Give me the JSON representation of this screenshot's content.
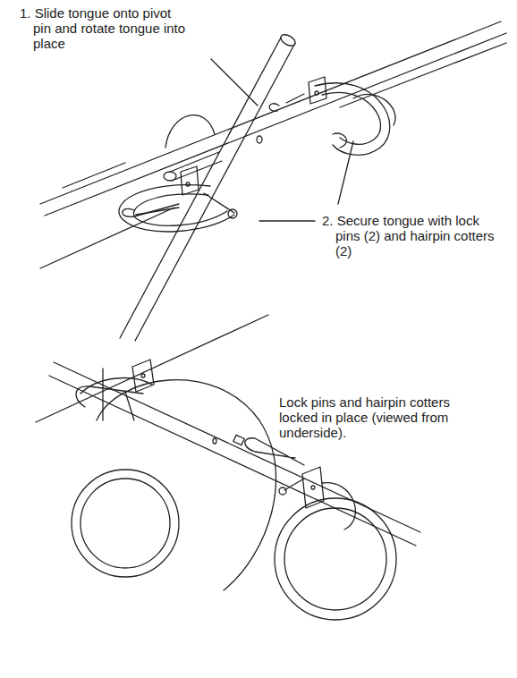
{
  "diagram": {
    "labels": [
      "1. Slide tongue onto pivot pin and rotate tongue into place",
      "2. Secure tongue with lock pins (2) and hairpin cotters (2)",
      "Lock pins and hairpin cotters locked in place (viewed from underside)."
    ]
  }
}
